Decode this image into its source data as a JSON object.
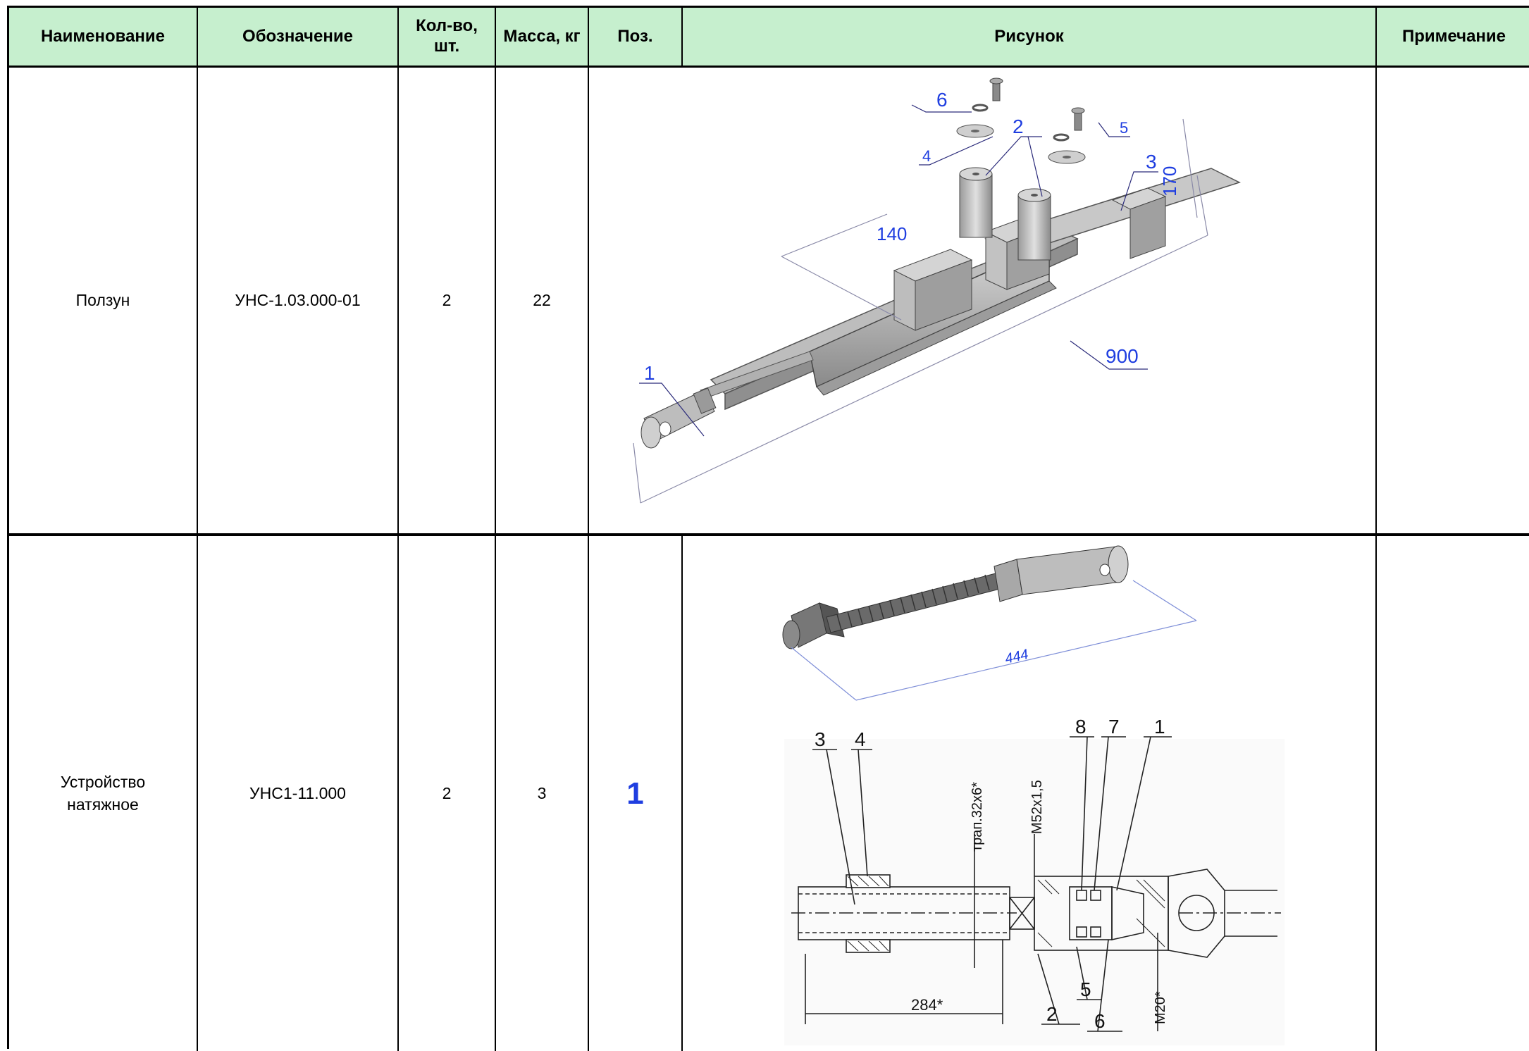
{
  "header": {
    "name": "Наименование",
    "designation": "Обозначение",
    "qty": "Кол-во, шт.",
    "mass": "Масса, кг",
    "pos": "Поз.",
    "drawing": "Рисунок",
    "note": "Примечание"
  },
  "rows": [
    {
      "name": "Ползун",
      "designation": "УНС-1.03.000-01",
      "qty": "2",
      "mass": "22",
      "pos": "",
      "note": "",
      "drawing": {
        "callouts": [
          "1",
          "2",
          "3",
          "4",
          "5",
          "6"
        ],
        "dims": [
          "140",
          "170",
          "900"
        ]
      }
    },
    {
      "name": "Устройство натяжное",
      "designation": "УНС1-11.000",
      "qty": "2",
      "mass": "3",
      "pos": "1",
      "note": "",
      "drawing": {
        "iso_dim": "444",
        "callouts": [
          "3",
          "4",
          "8",
          "7",
          "1",
          "5",
          "2",
          "6"
        ],
        "dims": [
          "трап.32х6*",
          "М52х1,5",
          "284*",
          "М20*"
        ]
      }
    }
  ],
  "colors": {
    "header_bg": "#c6efce",
    "dim_blue": "#1f3ee0",
    "border": "#000000"
  }
}
